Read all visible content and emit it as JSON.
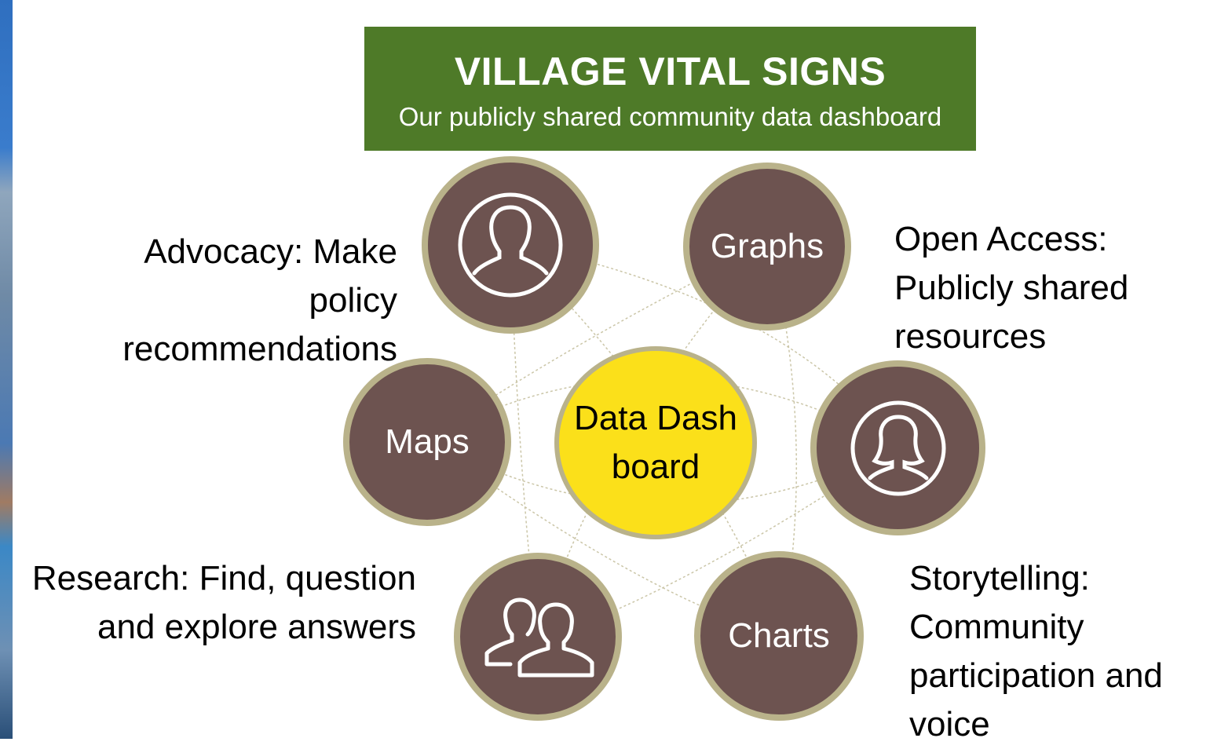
{
  "banner": {
    "title": "VILLAGE VITAL SIGNS",
    "subtitle": "Our publicly shared community data dashboard"
  },
  "center": {
    "label": "Data Dashboard"
  },
  "nodes": {
    "graphs": "Graphs",
    "maps": "Maps",
    "charts": "Charts"
  },
  "icons": {
    "top_left": "person-icon",
    "right": "woman-icon",
    "bottom_left": "group-icon"
  },
  "captions": {
    "advocacy": "Advocacy: Make policy recommendations",
    "open_access": "Open Access: Publicly shared resources",
    "research": "Research: Find, question and explore answers",
    "storytelling": "Storytelling: Community participation and voice"
  },
  "colors": {
    "banner": "#4e7a28",
    "node": "#6d5350",
    "node_border": "#b9b28a",
    "center": "#fbe01a"
  }
}
